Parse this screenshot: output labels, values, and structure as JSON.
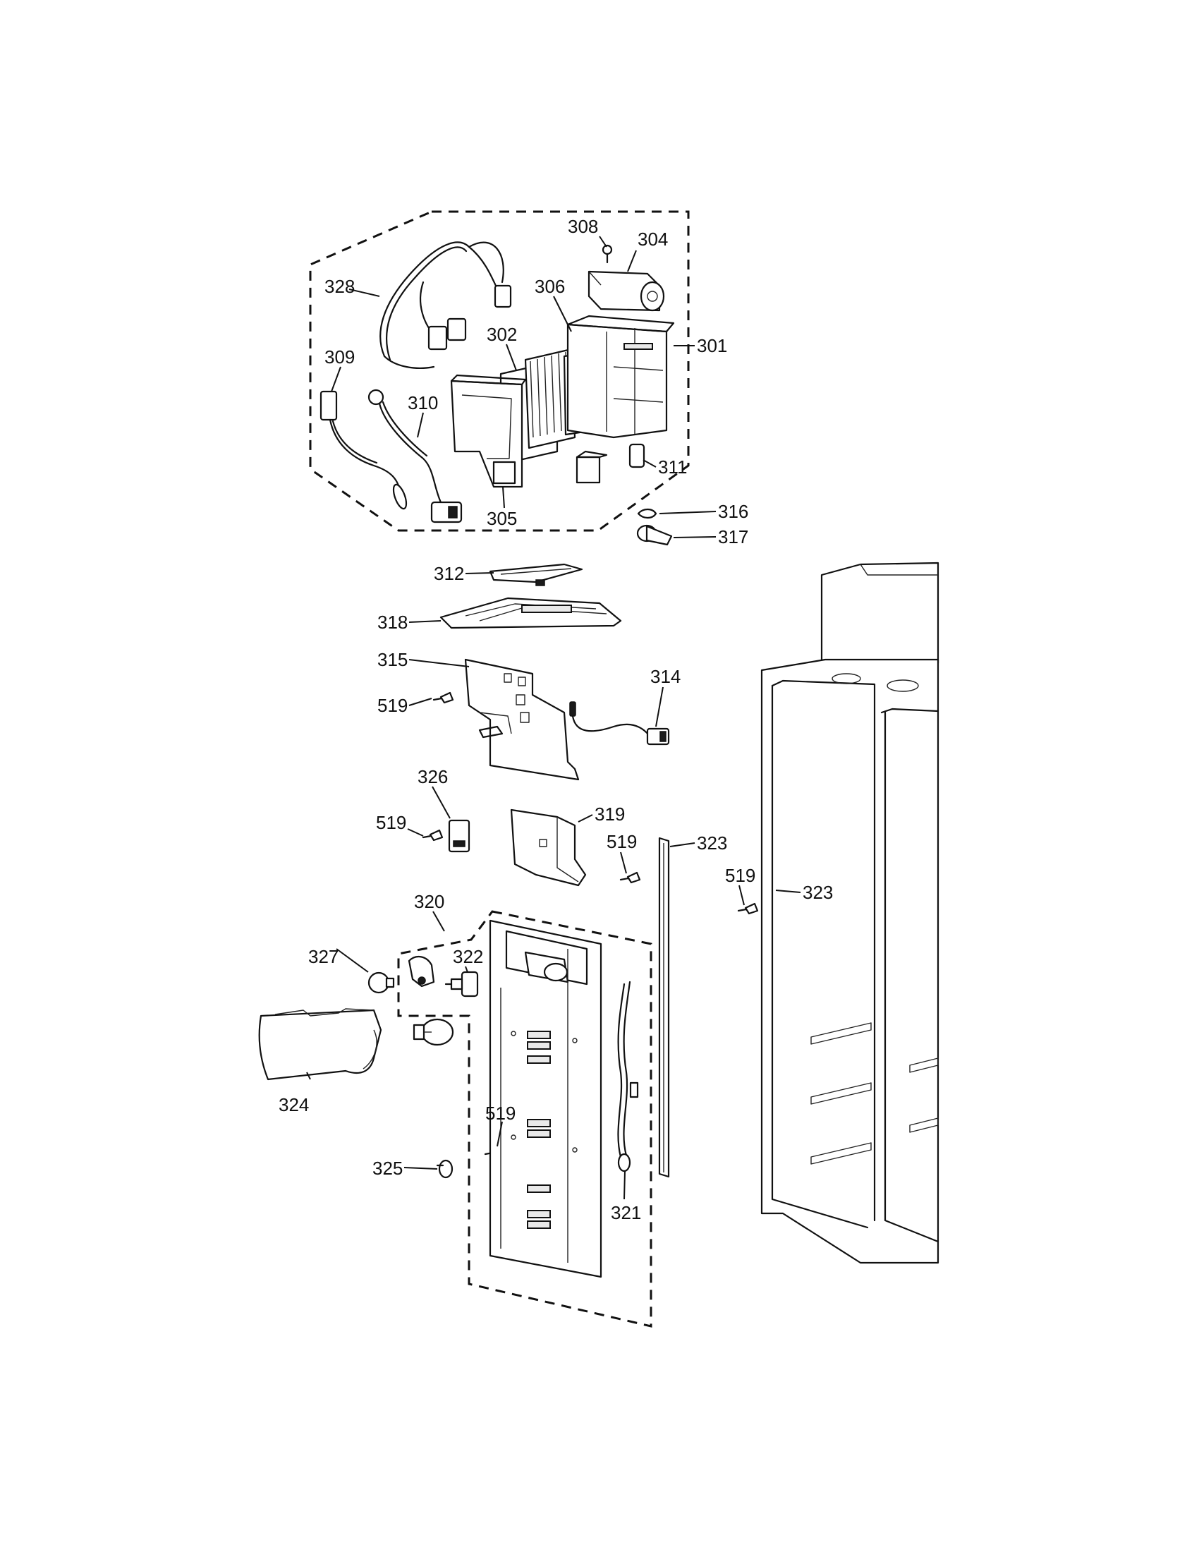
{
  "diagram": {
    "callouts": {
      "c301": "301",
      "c302": "302",
      "c304": "304",
      "c305": "305",
      "c306": "306",
      "c308": "308",
      "c309": "309",
      "c310": "310",
      "c311": "311",
      "c312": "312",
      "c314": "314",
      "c315": "315",
      "c316": "316",
      "c317": "317",
      "c318": "318",
      "c319": "319",
      "c320": "320",
      "c321": "321",
      "c322": "322",
      "c323a": "323",
      "c323b": "323",
      "c324": "324",
      "c325": "325",
      "c326": "326",
      "c327": "327",
      "c328": "328",
      "c519a": "519",
      "c519b": "519",
      "c519c": "519",
      "c519d": "519",
      "c519e": "519"
    }
  }
}
